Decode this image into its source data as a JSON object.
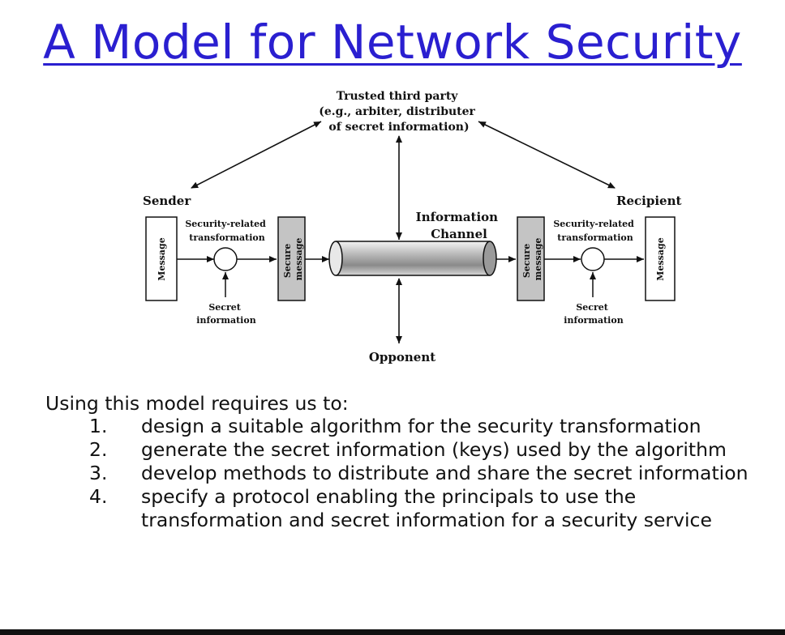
{
  "slide": {
    "title": "A Model for Network Security"
  },
  "diagram": {
    "trusted_third_party": [
      "Trusted third party",
      "(e.g., arbiter, distributer",
      "of secret information)"
    ],
    "sender": "Sender",
    "recipient": "Recipient",
    "sender_message": "Message",
    "sender_transformation": [
      "Security-related",
      "transformation"
    ],
    "sender_secure_message": [
      "Secure",
      "message"
    ],
    "sender_secret": [
      "Secret",
      "information"
    ],
    "information_channel": [
      "Information",
      "Channel"
    ],
    "recipient_secure_message": [
      "Secure",
      "message"
    ],
    "recipient_transformation": [
      "Security-related",
      "transformation"
    ],
    "recipient_secret": [
      "Secret",
      "information"
    ],
    "recipient_message": "Message",
    "opponent": "Opponent"
  },
  "body": {
    "intro": "Using this model requires us to:",
    "steps": [
      {
        "num": "1.",
        "text": "design a suitable algorithm for the security transformation"
      },
      {
        "num": "2.",
        "text": "generate the secret information (keys) used by the algorithm"
      },
      {
        "num": "3.",
        "text": "develop methods to distribute and share the secret information"
      },
      {
        "num": "4.",
        "text": "specify a protocol enabling the principals to use the transformation and secret information for a security service"
      }
    ]
  }
}
